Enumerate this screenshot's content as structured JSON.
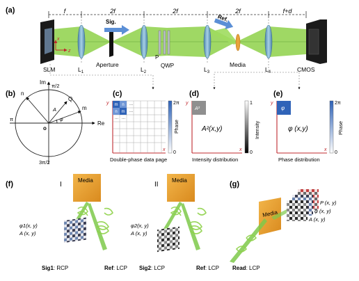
{
  "panels": {
    "a": "(a)",
    "b": "(b)",
    "c": "(c)",
    "d": "(d)",
    "e": "(e)",
    "f": "(f)",
    "g": "(g)"
  },
  "setup": {
    "dist": [
      "f",
      "2f",
      "2f",
      "2f",
      "f+d"
    ],
    "labels": {
      "slm": "SLM",
      "l1": "L",
      "l1s": "1",
      "aperture": "Aperture",
      "l2": "L",
      "l2s": "2",
      "p": "P",
      "qwp": "QWP",
      "l3": "L",
      "l3s": "3",
      "media": "Media",
      "l4": "L",
      "l4s": "4",
      "cmos": "CMOS"
    },
    "beams": {
      "sig": "Sig.",
      "ref": "Ref."
    },
    "axes": {
      "z": "z",
      "x": "x"
    }
  },
  "polar": {
    "im": "Im",
    "re": "Re",
    "top": "π/2",
    "bottom": "3π/2",
    "left": "π",
    "n": "n",
    "m": "m",
    "q": "Q",
    "o": "o",
    "a": "A",
    "phi": "φ"
  },
  "panel_c": {
    "cells": [
      "m",
      "n",
      "m",
      "n",
      "...",
      "n",
      "m",
      "n",
      "m",
      "...",
      "...",
      "..."
    ],
    "caption": "Double-phase data page",
    "y": "y",
    "x": "x",
    "cbar_top": "2π",
    "cbar_bottom": "0",
    "cbar_label": "Phase"
  },
  "panel_d": {
    "cell": "A²",
    "formula": "A²(x,y)",
    "caption": "Intensity distribution",
    "y": "y",
    "x": "x",
    "cbar_top": "1",
    "cbar_bottom": "0",
    "cbar_label": "Intensity"
  },
  "panel_e": {
    "cell": "φ",
    "formula": "φ (x,y)",
    "caption": "Phase distribution",
    "y": "y",
    "x": "x",
    "cbar_top": "2π",
    "cbar_bottom": "0",
    "cbar_label": "Phase"
  },
  "panel_f": {
    "roman1": "I",
    "roman2": "II",
    "media1": "Media",
    "media2": "Media",
    "phi1": "φ1(x, y)",
    "amp1": "A (x, y)",
    "phi2": "φ2(x, y)",
    "amp2": "A (x, y)",
    "sig1_bold": "Sig1",
    "sig1_rest": ": RCP",
    "ref1_bold": "Ref",
    "ref1_rest": ": LCP",
    "sig2_bold": "Sig2",
    "sig2_rest": ": LCP",
    "ref2_bold": "Ref",
    "ref2_rest": ": LCP"
  },
  "panel_g": {
    "media": "Media",
    "p": "P (x, y)",
    "phi": "φ (x, y)",
    "amp": "A (x, y)",
    "read_bold": "Read",
    "read_rest": ": LCP"
  },
  "colors": {
    "beam": "#8fd24a",
    "beam_dark": "#5ea828",
    "lens": "#6fa9c9",
    "arrow": "#5b8fd6",
    "media": "#e8a23a",
    "axis_red": "#c0282d"
  }
}
